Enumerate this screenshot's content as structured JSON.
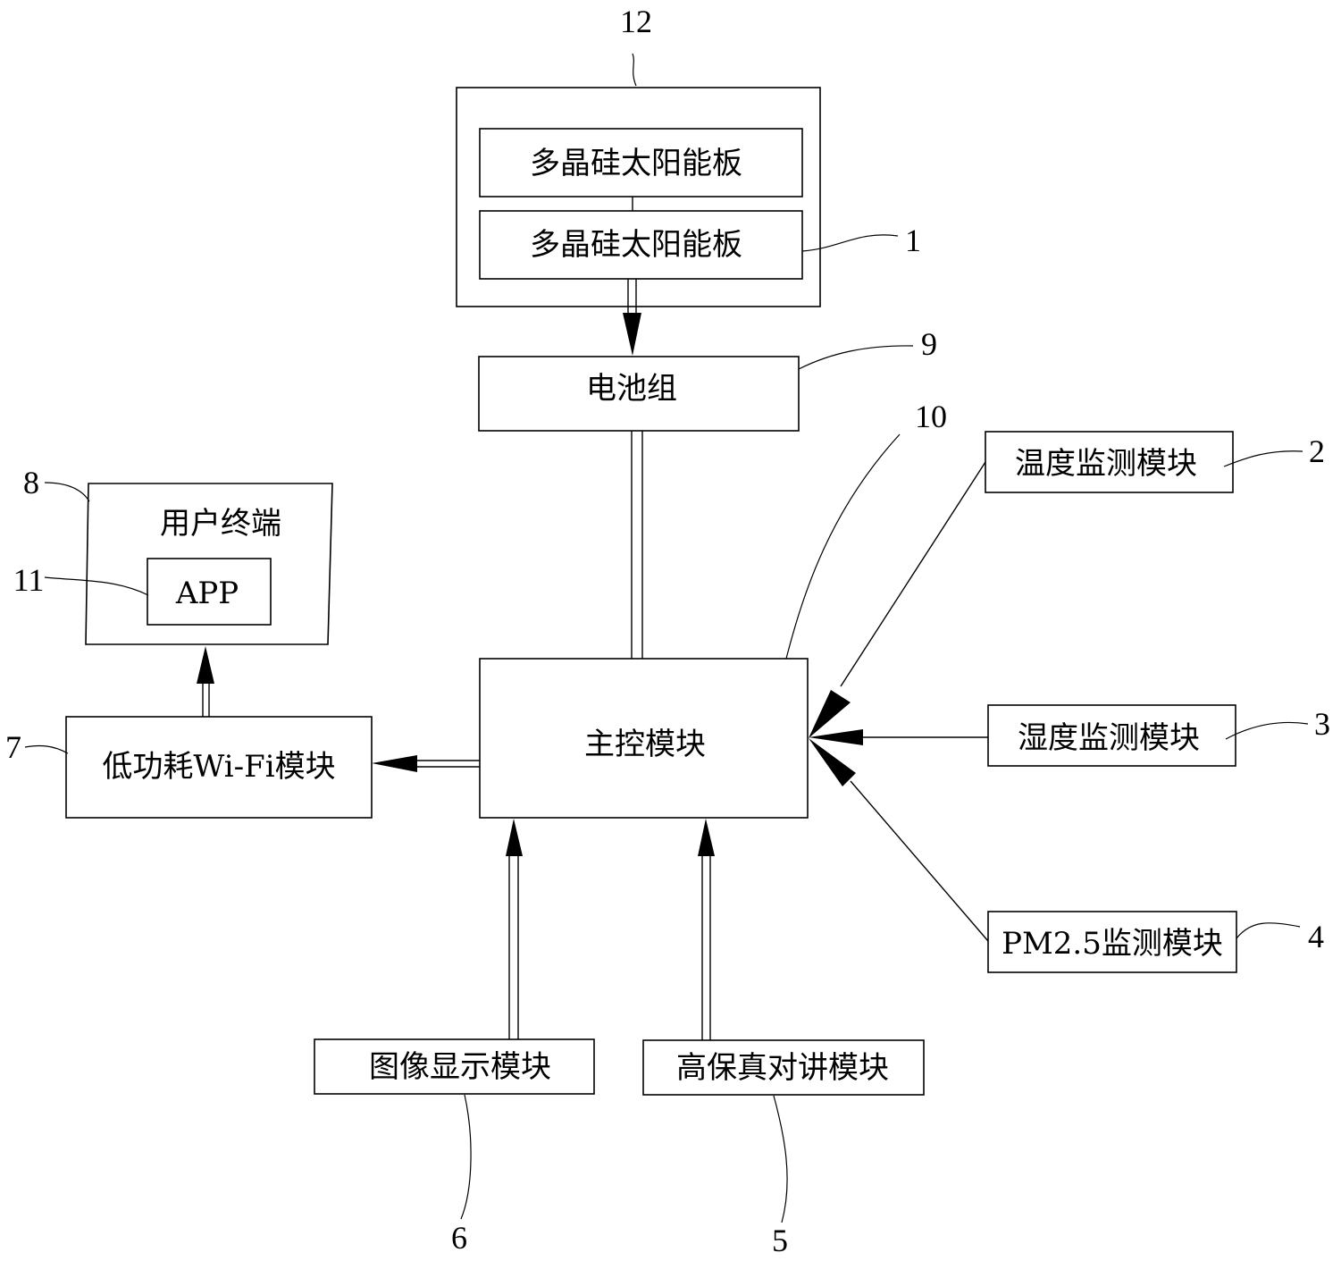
{
  "diagram": {
    "type": "block-diagram",
    "nodes": {
      "solar_housing": {
        "ref": "12"
      },
      "solar_panel_top": {
        "label": "多晶硅太阳能板"
      },
      "solar_panel_bottom": {
        "label": "多晶硅太阳能板",
        "ref": "1"
      },
      "battery": {
        "label": "电池组",
        "ref": "9"
      },
      "main_control": {
        "label": "主控模块",
        "ref": "10"
      },
      "temperature": {
        "label": "温度监测模块",
        "ref": "2"
      },
      "humidity": {
        "label": "湿度监测模块",
        "ref": "3"
      },
      "pm25": {
        "label": "PM2.5监测模块",
        "ref": "4"
      },
      "intercom": {
        "label": "高保真对讲模块",
        "ref": "5"
      },
      "display": {
        "label": "图像显示模块",
        "ref": "6"
      },
      "wifi": {
        "label": "低功耗Wi-Fi模块",
        "ref": "7"
      },
      "user_terminal": {
        "label": "用户终端",
        "ref": "8"
      },
      "app": {
        "label": "APP",
        "ref": "11"
      }
    },
    "edges": [
      {
        "from": "solar_panel_top",
        "to": "solar_panel_bottom",
        "style": "line"
      },
      {
        "from": "solar_panel_bottom",
        "to": "battery",
        "style": "double-arrow"
      },
      {
        "from": "battery",
        "to": "main_control",
        "style": "double-line"
      },
      {
        "from": "temperature",
        "to": "main_control",
        "style": "arrow"
      },
      {
        "from": "humidity",
        "to": "main_control",
        "style": "arrow"
      },
      {
        "from": "pm25",
        "to": "main_control",
        "style": "arrow"
      },
      {
        "from": "display",
        "to": "main_control",
        "style": "double-arrow"
      },
      {
        "from": "intercom",
        "to": "main_control",
        "style": "double-arrow"
      },
      {
        "from": "main_control",
        "to": "wifi",
        "style": "double-arrow"
      },
      {
        "from": "wifi",
        "to": "user_terminal",
        "style": "double-arrow"
      }
    ]
  }
}
